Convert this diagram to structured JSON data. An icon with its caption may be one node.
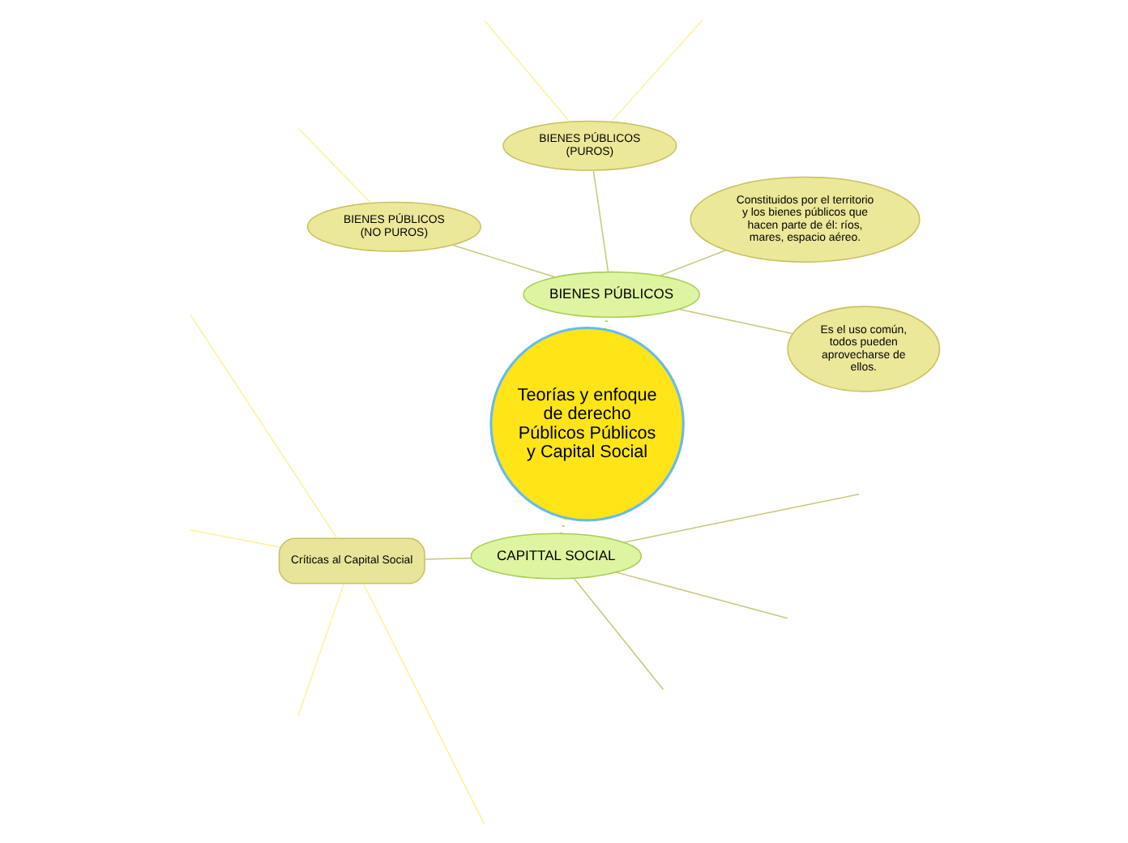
{
  "diagram": {
    "nodes": [
      {
        "text": [
          "Teorías y enfoque de derecho Públicos Públicos y Capital Social"
        ]
      },
      {
        "text": [
          "BIENES PÚBLICOS"
        ]
      },
      {
        "text": [
          "Es el uso común, todos pueden aprovecharse de ellos."
        ]
      },
      {
        "text": [
          "Constituidos por el territorio y los bienes públicos que hacen parte de él: ríos, mares, espacio aéreo."
        ]
      },
      {
        "text": [
          "BIENES PÚBLICOS (PUROS)"
        ]
      },
      {
        "text": [
          "BIENES PÚBLICOS (NO PUROS)"
        ]
      },
      {
        "text": [
          "CAPITTAL SOCIAL"
        ]
      },
      {
        "text": [
          "Críticas al Capital Social"
        ]
      }
    ],
    "edges": [
      {
        "from": 0,
        "to": 1,
        "arrow": "none",
        "style": "dashed",
        "color": "#99cc33"
      },
      {
        "from": 0,
        "to": 6,
        "arrow": "none",
        "style": "dashed",
        "color": "#99cc33"
      },
      {
        "from": 1,
        "to": 2,
        "arrow": "none"
      },
      {
        "from": 1,
        "to": 3,
        "arrow": "none"
      },
      {
        "from": 1,
        "to": 4,
        "arrow": "none"
      },
      {
        "from": 1,
        "to": 5,
        "arrow": "none"
      },
      {
        "from": 6,
        "to": 7,
        "arrow": "none"
      },
      {
        "from": 6,
        "to": null,
        "arrow": "none"
      },
      {
        "from": 6,
        "to": null,
        "arrow": "none"
      },
      {
        "from": 6,
        "to": null,
        "arrow": "none"
      },
      {
        "from": 7,
        "to": null,
        "arrow": "none",
        "color": "#fff29a"
      },
      {
        "from": 7,
        "to": null,
        "arrow": "none",
        "color": "#fff29a"
      },
      {
        "from": 7,
        "to": null,
        "arrow": "none",
        "color": "#fff29a"
      },
      {
        "from": 7,
        "to": null,
        "arrow": "none",
        "color": "#fff29a"
      },
      {
        "from": 4,
        "to": null,
        "arrow": "none",
        "color": "#fff29a"
      },
      {
        "from": 4,
        "to": null,
        "arrow": "none",
        "color": "#fff29a"
      },
      {
        "from": 5,
        "to": null,
        "arrow": "none",
        "color": "#fff29a"
      }
    ]
  }
}
